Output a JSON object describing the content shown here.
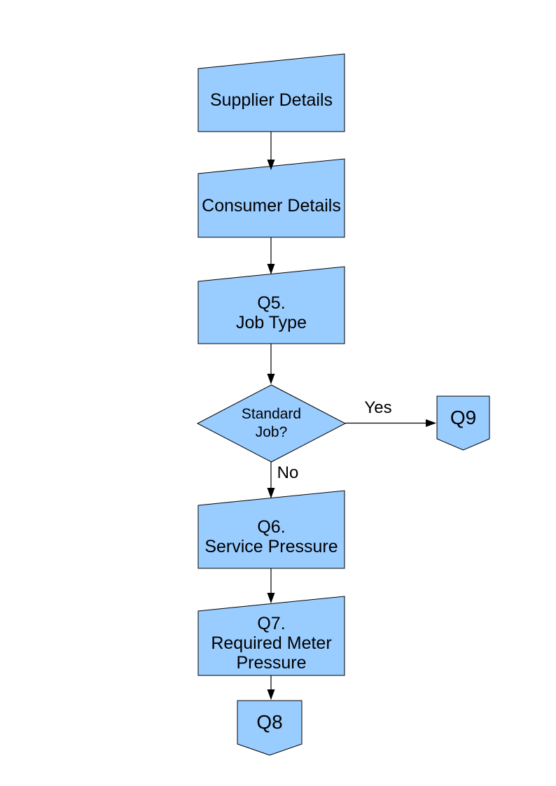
{
  "diagram": {
    "type": "flowchart",
    "colors": {
      "background": "#FFFFFF",
      "shape_fill": "#99CCFF",
      "shape_border": "#000000",
      "connector_line": "#000000",
      "text": "#000000"
    },
    "nodes": [
      {
        "id": "supplier-details",
        "shape": "manual-input",
        "label": "Supplier Details"
      },
      {
        "id": "consumer-details",
        "shape": "manual-input",
        "label": "Consumer Details"
      },
      {
        "id": "q5-job-type",
        "shape": "manual-input",
        "label": "Q5.\nJob Type"
      },
      {
        "id": "standard-job",
        "shape": "decision",
        "label": "Standard\nJob?"
      },
      {
        "id": "q9",
        "shape": "off-page-connector",
        "label": "Q9"
      },
      {
        "id": "q6-service-pressure",
        "shape": "manual-input",
        "label": "Q6.\nService Pressure"
      },
      {
        "id": "q7-required-meter-pressure",
        "shape": "manual-input",
        "label": "Q7.\nRequired Meter\nPressure"
      },
      {
        "id": "q8",
        "shape": "off-page-connector",
        "label": "Q8"
      }
    ],
    "edges": [
      {
        "from": "supplier-details",
        "to": "consumer-details",
        "label": ""
      },
      {
        "from": "consumer-details",
        "to": "q5-job-type",
        "label": ""
      },
      {
        "from": "q5-job-type",
        "to": "standard-job",
        "label": ""
      },
      {
        "from": "standard-job",
        "to": "q9",
        "label": "Yes"
      },
      {
        "from": "standard-job",
        "to": "q6-service-pressure",
        "label": "No"
      },
      {
        "from": "q6-service-pressure",
        "to": "q7-required-meter-pressure",
        "label": ""
      },
      {
        "from": "q7-required-meter-pressure",
        "to": "q8",
        "label": ""
      }
    ]
  }
}
